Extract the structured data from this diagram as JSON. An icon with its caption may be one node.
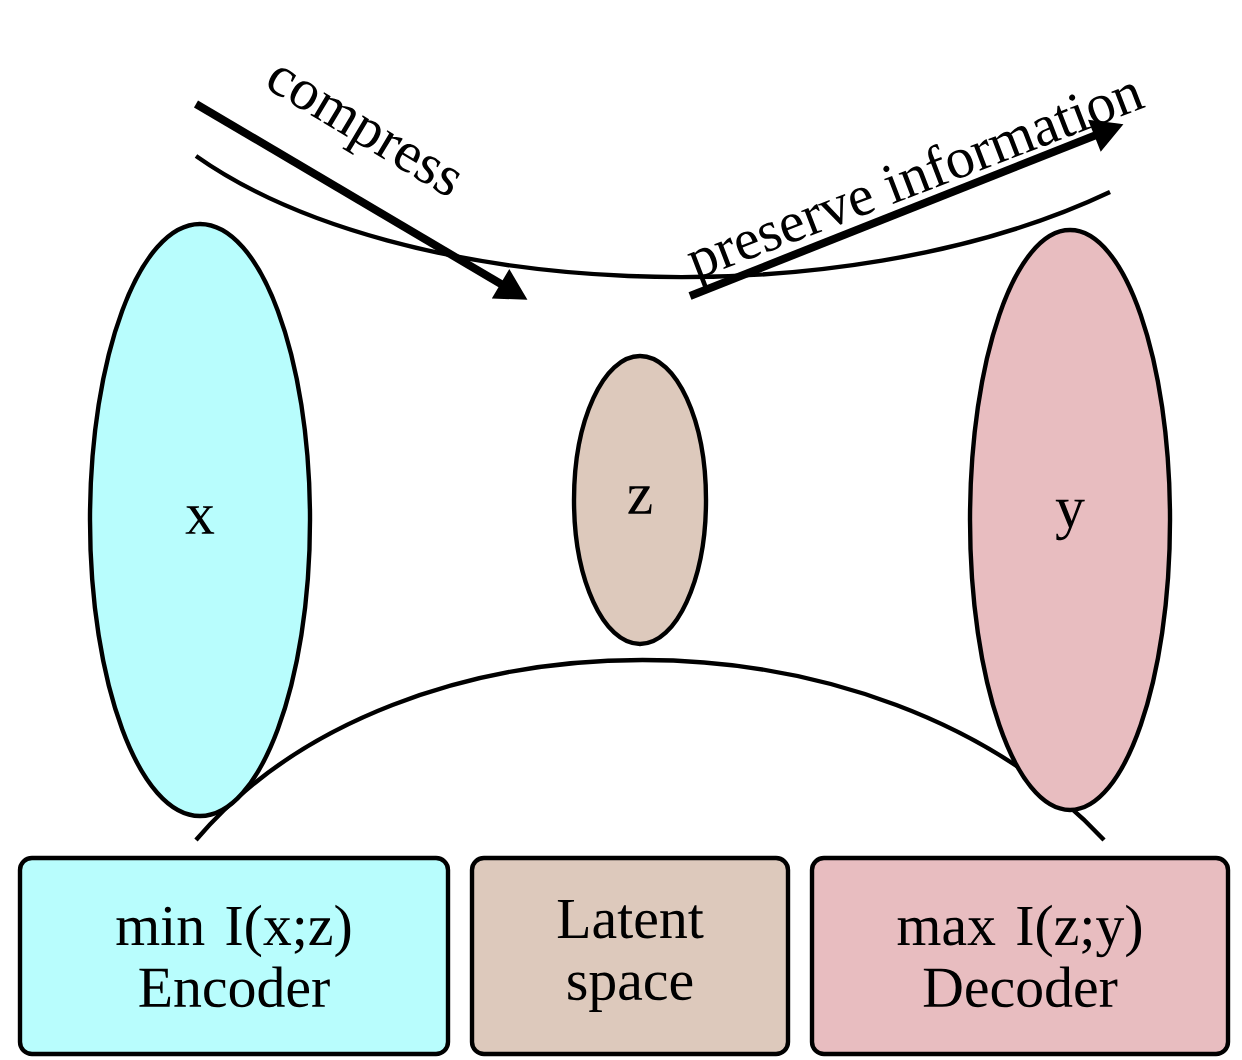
{
  "diagram": {
    "nodes": [
      {
        "text": [
          "x"
        ]
      },
      {
        "text": [
          "z"
        ]
      },
      {
        "text": [
          "y"
        ]
      },
      {
        "text": [
          "min I(x;z)",
          "Encoder"
        ]
      },
      {
        "text": [
          "Latent space"
        ]
      },
      {
        "text": [
          "max I(z;y)",
          "Decoder"
        ]
      }
    ],
    "labels": [
      "compress",
      "preserve information"
    ]
  }
}
